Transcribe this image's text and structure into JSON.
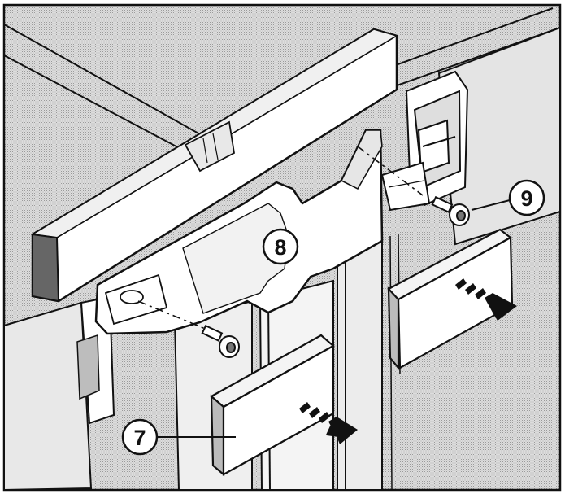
{
  "illustration": {
    "colors": {
      "background": "#ffffff",
      "screen": "#d4d4d4",
      "line": "#111111",
      "part_fill": "#ffffff",
      "part_shade": "#b8b8b8",
      "dark": "#555555"
    },
    "callouts": [
      {
        "id": "callout-7",
        "label": "7"
      },
      {
        "id": "callout-8",
        "label": "8"
      },
      {
        "id": "callout-9",
        "label": "9"
      }
    ],
    "icons": [
      "screw-icon",
      "arrow-icon"
    ]
  }
}
